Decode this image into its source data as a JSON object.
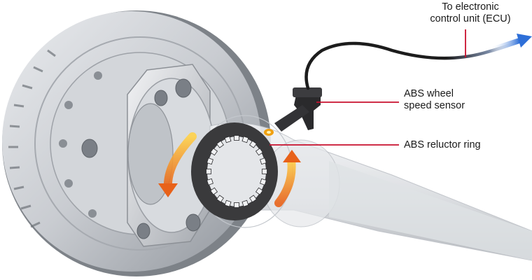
{
  "labels": {
    "ecu": [
      "To electronic",
      "control unit (ECU)"
    ],
    "sensor": [
      "ABS wheel",
      "speed sensor"
    ],
    "ring": "ABS reluctor ring"
  },
  "colors": {
    "leader_line": "#c8102e",
    "cable": "#1c1c1c",
    "signal_arrow": "#2e6fd8",
    "rotation_arrow": "#f28c1c",
    "reluctor_ring": "#3a3a3c",
    "metal": "#c9ccd1"
  },
  "icons": [
    "rotation-arrow-icon",
    "signal-arrow-icon"
  ]
}
